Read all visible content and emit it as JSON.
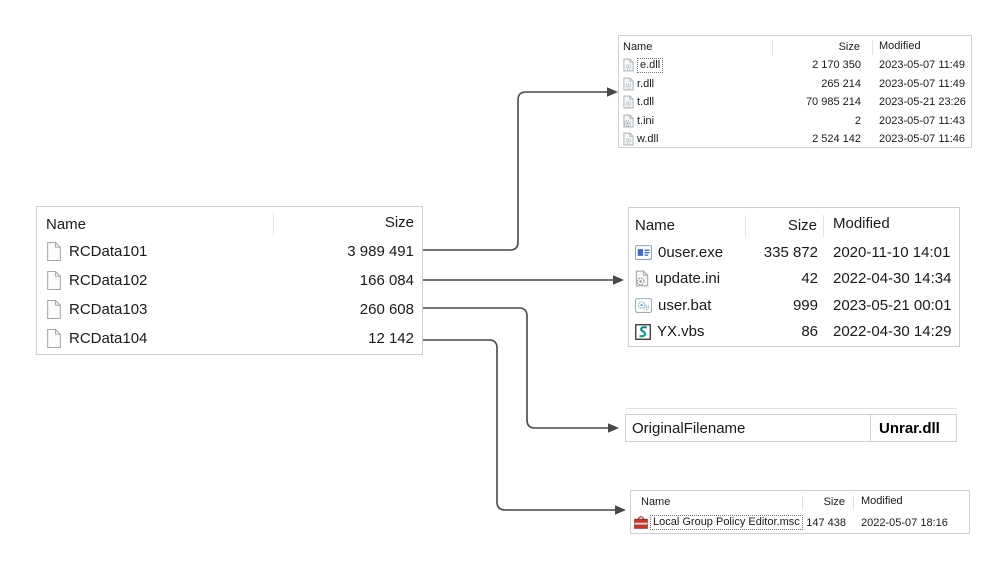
{
  "colors": {
    "panel_border": "#cfcfcf",
    "text": "#1a1a1a",
    "arrow": "#474747",
    "exe_icon_blue": "#3e69c4",
    "vbs_icon_teal": "#18a295",
    "msc_icon_red": "#c0392b"
  },
  "left_panel": {
    "columns": [
      "Name",
      "Size"
    ],
    "rows": [
      {
        "icon": "file-icon",
        "name": "RCData101",
        "size": "3 989 491"
      },
      {
        "icon": "file-icon",
        "name": "RCData102",
        "size": "166 084"
      },
      {
        "icon": "file-icon",
        "name": "RCData103",
        "size": "260 608"
      },
      {
        "icon": "file-icon",
        "name": "RCData104",
        "size": "12 142"
      }
    ]
  },
  "dll_panel": {
    "columns": [
      "Name",
      "Size",
      "Modified"
    ],
    "rows": [
      {
        "icon": "dll-file-icon",
        "name": "e.dll",
        "size": "2 170 350",
        "modified": "2023-05-07 11:49",
        "selected": true
      },
      {
        "icon": "dll-file-icon",
        "name": "r.dll",
        "size": "265 214",
        "modified": "2023-05-07 11:49",
        "selected": false
      },
      {
        "icon": "dll-file-icon",
        "name": "t.dll",
        "size": "70 985 214",
        "modified": "2023-05-21 23:26",
        "selected": false
      },
      {
        "icon": "ini-file-icon",
        "name": "t.ini",
        "size": "2",
        "modified": "2023-05-07 11:43",
        "selected": false
      },
      {
        "icon": "dll-file-icon",
        "name": "w.dll",
        "size": "2 524 142",
        "modified": "2023-05-07 11:46",
        "selected": false
      }
    ]
  },
  "user_panel": {
    "columns": [
      "Name",
      "Size",
      "Modified"
    ],
    "rows": [
      {
        "icon": "exe-file-icon",
        "name": "0user.exe",
        "size": "335 872",
        "modified": "2020-11-10 14:01"
      },
      {
        "icon": "ini-file-icon",
        "name": "update.ini",
        "size": "42",
        "modified": "2022-04-30 14:34"
      },
      {
        "icon": "bat-file-icon",
        "name": "user.bat",
        "size": "999",
        "modified": "2023-05-21 00:01"
      },
      {
        "icon": "vbs-file-icon",
        "name": "YX.vbs",
        "size": "86",
        "modified": "2022-04-30 14:29"
      }
    ]
  },
  "property_panel": {
    "label": "OriginalFilename",
    "value": "Unrar.dll"
  },
  "msc_panel": {
    "columns": [
      "Name",
      "Size",
      "Modified"
    ],
    "rows": [
      {
        "icon": "msc-file-icon",
        "name": "Local Group Policy Editor.msc",
        "size": "147 438",
        "modified": "2022-05-07 18:16",
        "selected": true
      }
    ]
  },
  "connections": [
    {
      "from": "RCData101",
      "to": "dll_panel"
    },
    {
      "from": "RCData102",
      "to": "user_panel"
    },
    {
      "from": "RCData103",
      "to": "property_panel"
    },
    {
      "from": "RCData104",
      "to": "msc_panel"
    }
  ],
  "icons": {
    "file-icon": "blank-document",
    "dll-file-icon": "document-with-gear",
    "ini-file-icon": "document-with-gear",
    "exe-file-icon": "application-window",
    "bat-file-icon": "twin-gears",
    "vbs-file-icon": "vbscript-scroll",
    "msc-file-icon": "red-toolbox"
  }
}
